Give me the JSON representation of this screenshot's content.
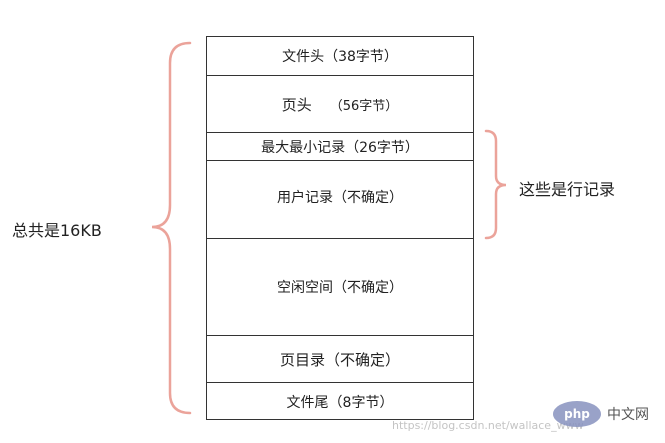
{
  "diagram": {
    "segments": [
      {
        "label": "文件头（38字节）"
      },
      {
        "label": "页头",
        "note": "（56字节）"
      },
      {
        "label": "最大最小记录（26字节）"
      },
      {
        "label": "用户记录（不确定）"
      },
      {
        "label": "空闲空间（不确定）"
      },
      {
        "label": "页目录（不确定）"
      },
      {
        "label": "文件尾（8字节）"
      }
    ],
    "left_brace_label": "总共是16KB",
    "right_brace_label": "这些是行记录",
    "brace_color": "#eba39a",
    "border_color": "#333333"
  },
  "watermark": {
    "url": "https://blog.csdn.net/wallace_www",
    "logo": "php",
    "site": "中文网"
  }
}
